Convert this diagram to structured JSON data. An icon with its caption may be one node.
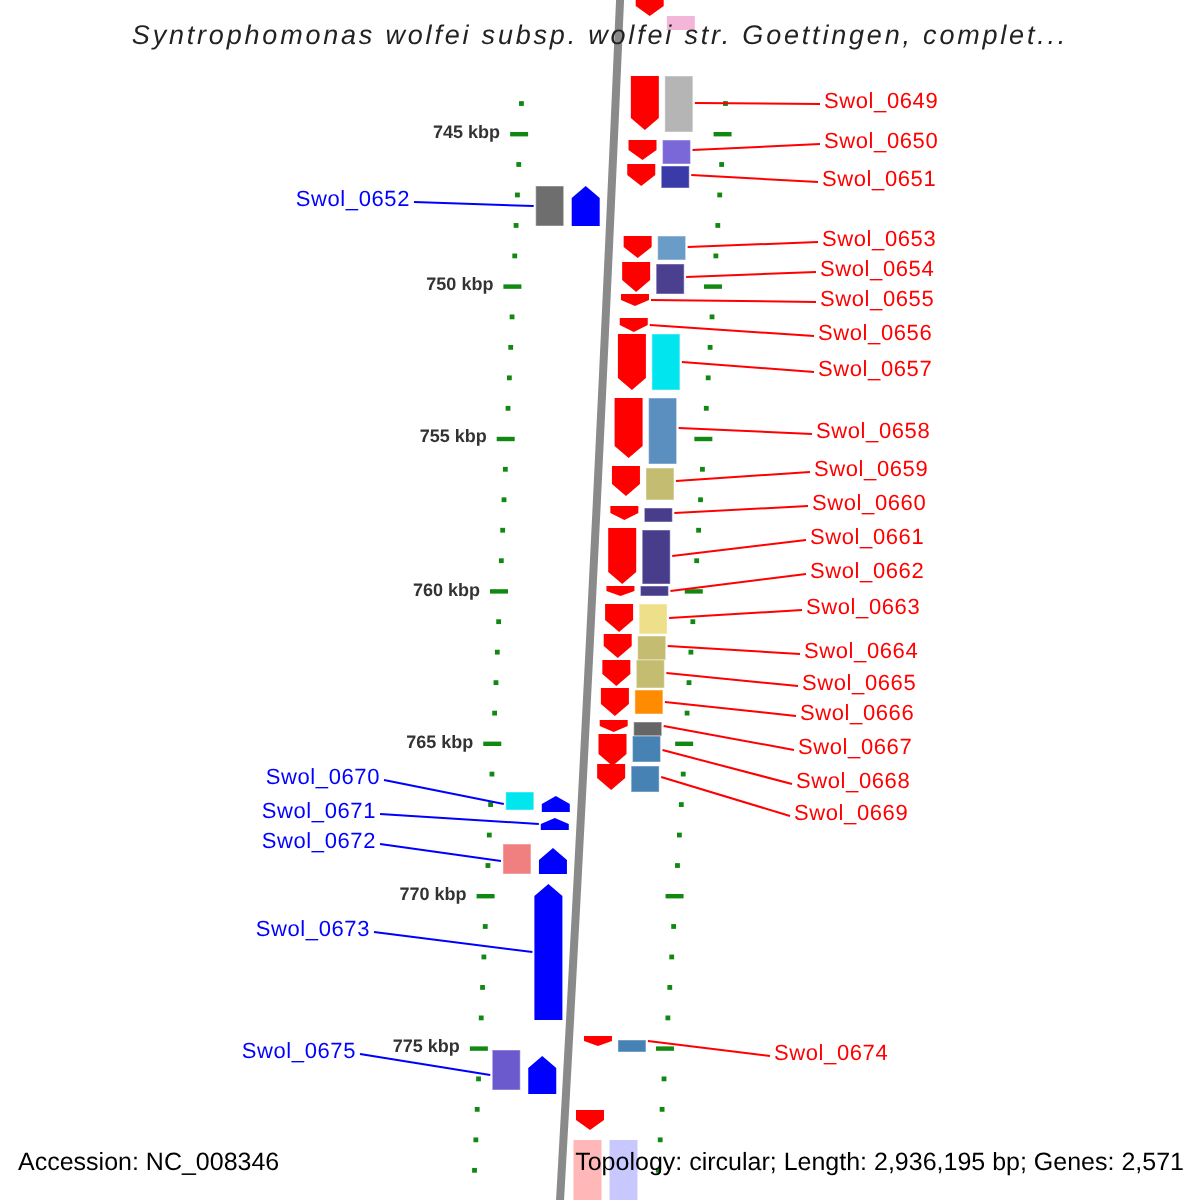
{
  "diagram": {
    "title": "Syntrophomonas wolfei subsp. wolfei str. Goettingen, complet...",
    "nodes": [
      {
        "text": [
          "Swol_0649"
        ]
      },
      {
        "text": [],
        "shape": "arrow"
      },
      {
        "text": [
          "Swol_0650"
        ]
      },
      {
        "text": [],
        "shape": "arrow"
      },
      {
        "text": [
          "Swol_0651"
        ]
      },
      {
        "text": [],
        "shape": "arrow"
      },
      {
        "text": [
          "Swol_0652"
        ]
      },
      {
        "text": [],
        "shape": "arrow"
      },
      {
        "text": [
          "Swol_0653"
        ]
      },
      {
        "text": [],
        "shape": "arrow"
      },
      {
        "text": [
          "Swol_0654"
        ]
      },
      {
        "text": [],
        "shape": "arrow"
      },
      {
        "text": [
          "Swol_0655"
        ]
      },
      {
        "text": [],
        "shape": "arrow"
      },
      {
        "text": [
          "Swol_0656"
        ]
      },
      {
        "text": [],
        "shape": "arrow"
      },
      {
        "text": [
          "Swol_0657"
        ]
      },
      {
        "text": [],
        "shape": "arrow"
      },
      {
        "text": [
          "Swol_0658"
        ]
      },
      {
        "text": [],
        "shape": "arrow"
      },
      {
        "text": [
          "Swol_0659"
        ]
      },
      {
        "text": [],
        "shape": "arrow"
      },
      {
        "text": [
          "Swol_0660"
        ]
      },
      {
        "text": [],
        "shape": "arrow"
      },
      {
        "text": [
          "Swol_0661"
        ]
      },
      {
        "text": [],
        "shape": "arrow"
      },
      {
        "text": [
          "Swol_0662"
        ]
      },
      {
        "text": [],
        "shape": "arrow"
      },
      {
        "text": [
          "Swol_0663"
        ]
      },
      {
        "text": [],
        "shape": "arrow"
      },
      {
        "text": [
          "Swol_0664"
        ]
      },
      {
        "text": [],
        "shape": "arrow"
      },
      {
        "text": [
          "Swol_0665"
        ]
      },
      {
        "text": [],
        "shape": "arrow"
      },
      {
        "text": [
          "Swol_0666"
        ]
      },
      {
        "text": [],
        "shape": "arrow"
      },
      {
        "text": [
          "Swol_0667"
        ]
      },
      {
        "text": [],
        "shape": "arrow"
      },
      {
        "text": [
          "Swol_0668"
        ]
      },
      {
        "text": [],
        "shape": "arrow"
      },
      {
        "text": [
          "Swol_0669"
        ]
      },
      {
        "text": [],
        "shape": "arrow"
      },
      {
        "text": [
          "Swol_0670"
        ]
      },
      {
        "text": [],
        "shape": "arrow"
      },
      {
        "text": [
          "Swol_0671"
        ]
      },
      {
        "text": [],
        "shape": "arrow"
      },
      {
        "text": [
          "Swol_0672"
        ]
      },
      {
        "text": [],
        "shape": "arrow"
      },
      {
        "text": [
          "Swol_0673"
        ]
      },
      {
        "text": [],
        "shape": "arrow"
      },
      {
        "text": [
          "Swol_0674"
        ]
      },
      {
        "text": [],
        "shape": "arrow"
      },
      {
        "text": [
          "Swol_0675"
        ]
      },
      {
        "text": [],
        "shape": "arrow"
      },
      {
        "text": [],
        "shape": "arrow"
      },
      {
        "text": [],
        "shape": "box"
      },
      {
        "text": [],
        "shape": "arrow"
      },
      {
        "text": [],
        "shape": "box"
      },
      {
        "text": [],
        "shape": "box"
      }
    ],
    "edges": [
      {
        "from": 0,
        "to": 1,
        "arrow": "none"
      },
      {
        "from": 2,
        "to": 3,
        "arrow": "none"
      },
      {
        "from": 4,
        "to": 5,
        "arrow": "none"
      },
      {
        "from": 6,
        "to": 7,
        "arrow": "none",
        "color": "#0000ff"
      },
      {
        "from": 8,
        "to": 9,
        "arrow": "none"
      },
      {
        "from": 10,
        "to": 11,
        "arrow": "none"
      },
      {
        "from": 12,
        "to": 13,
        "arrow": "none"
      },
      {
        "from": 14,
        "to": 15,
        "arrow": "none"
      },
      {
        "from": 16,
        "to": 17,
        "arrow": "none"
      },
      {
        "from": 18,
        "to": 19,
        "arrow": "none"
      },
      {
        "from": 20,
        "to": 21,
        "arrow": "none"
      },
      {
        "from": 22,
        "to": 23,
        "arrow": "none"
      },
      {
        "from": 24,
        "to": 25,
        "arrow": "none"
      },
      {
        "from": 26,
        "to": 27,
        "arrow": "none"
      },
      {
        "from": 28,
        "to": 29,
        "arrow": "none"
      },
      {
        "from": 30,
        "to": 31,
        "arrow": "none"
      },
      {
        "from": 32,
        "to": 33,
        "arrow": "none"
      },
      {
        "from": 34,
        "to": 35,
        "arrow": "none"
      },
      {
        "from": 36,
        "to": 37,
        "arrow": "none"
      },
      {
        "from": 38,
        "to": 39,
        "arrow": "none"
      },
      {
        "from": 40,
        "to": 41,
        "arrow": "none"
      },
      {
        "from": 42,
        "to": 43,
        "arrow": "none",
        "color": "#0000ff"
      },
      {
        "from": 44,
        "to": 45,
        "arrow": "none",
        "color": "#0000ff"
      },
      {
        "from": 46,
        "to": 47,
        "arrow": "none",
        "color": "#0000ff"
      },
      {
        "from": 48,
        "to": 49,
        "arrow": "none",
        "color": "#0000ff"
      },
      {
        "from": 50,
        "to": 51,
        "arrow": "none"
      },
      {
        "from": 52,
        "to": 53,
        "arrow": "none",
        "color": "#0000ff"
      }
    ],
    "labels": [
      "745 kbp",
      "750 kbp",
      "755 kbp",
      "760 kbp",
      "765 kbp",
      "770 kbp",
      "775 kbp",
      "Accession: NC_008346",
      "Topology: circular; Length: 2,936,195 bp; Genes: 2,571"
    ]
  }
}
